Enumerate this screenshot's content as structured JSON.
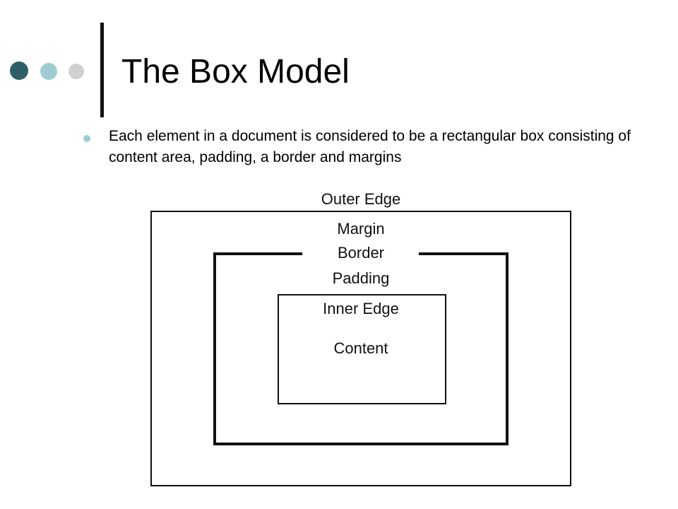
{
  "slide": {
    "title": "The Box Model",
    "bullet": "Each element in a document is considered to be a rectangular box consisting of content area, padding, a border and margins"
  },
  "decor": {
    "dots": [
      {
        "color": "#2e5f66"
      },
      {
        "color": "#9fccd2"
      },
      {
        "color": "#d0d0d0"
      }
    ],
    "bullet_color": "#9fccd2"
  },
  "diagram": {
    "labels": {
      "outer_edge": "Outer Edge",
      "margin": "Margin",
      "border": "Border",
      "padding": "Padding",
      "inner_edge": "Inner Edge",
      "content": "Content"
    }
  }
}
